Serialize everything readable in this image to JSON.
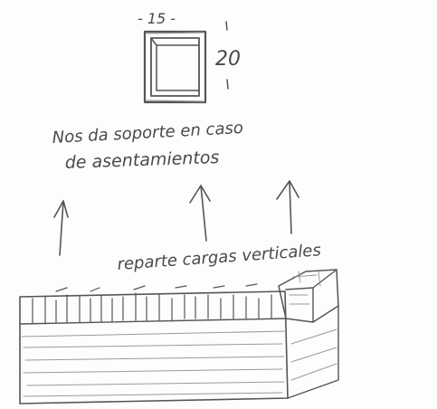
{
  "sketch": {
    "dimensions": {
      "width_label": "- 15 -",
      "height_label": "20"
    },
    "note": {
      "line1": "Nos da soporte en caso",
      "line2": "de asentamientos"
    },
    "caption": "reparte cargas verticales"
  },
  "colors": {
    "paper": "#fdfdfc",
    "ink": "#555555"
  }
}
